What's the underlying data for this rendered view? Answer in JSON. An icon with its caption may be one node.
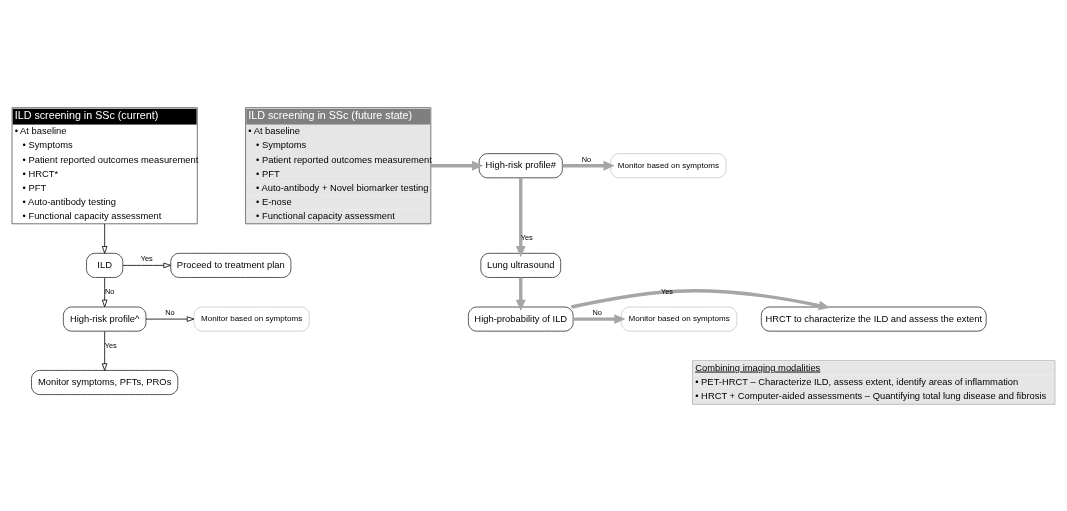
{
  "diagram": {
    "nodes": [
      {
        "text": [
          "ILD screening in SSc (current)",
          "• At baseline",
          "• Symptoms",
          "• Patient reported outcomes measurement",
          "• HRCT*",
          "• PFT",
          "• Auto-antibody testing",
          "• Functional capacity assessment"
        ]
      },
      {
        "text": [
          "Proceed to treatment plan"
        ]
      },
      {
        "text": [
          "ILD"
        ]
      },
      {
        "text": [
          "High-risk profile^"
        ]
      },
      {
        "text": [
          "Monitor based on symptoms"
        ]
      },
      {
        "text": [
          "Monitor symptoms, PFTs, PROs"
        ]
      },
      {
        "text": [
          "ILD screening in SSc (future state)",
          "• At baseline",
          "• Symptoms",
          "• Patient reported outcomes measurement",
          "• PFT",
          "• Auto-antibody + Novel biomarker testing",
          "• E-nose",
          "• Functional capacity assessment"
        ]
      },
      {
        "text": [
          "High-risk profile#"
        ]
      },
      {
        "text": [
          "Monitor based on symptoms"
        ]
      },
      {
        "text": [
          "Lung ultrasound"
        ]
      },
      {
        "text": [
          "High-probability of ILD"
        ]
      },
      {
        "text": [
          "HRCT to characterize the ILD and assess the extent"
        ]
      },
      {
        "text": [
          "Monitor based on symptoms"
        ]
      },
      {
        "text": [
          "Combining imaging modalities",
          "• PET-HRCT – Characterize ILD, assess extent, identify areas of inflammation",
          "• HRCT + Computer-aided assessments – Quantifying total lung disease and fibrosis"
        ]
      }
    ],
    "edges": [
      {
        "from": 0,
        "to": 2,
        "arrow": "to",
        "color": "#000000"
      },
      {
        "from": 2,
        "to": 1,
        "arrow": "to",
        "label": "Yes",
        "color": "#000000"
      },
      {
        "from": 2,
        "to": 3,
        "arrow": "to",
        "label": "No",
        "color": "#000000"
      },
      {
        "from": 3,
        "to": 4,
        "arrow": "to",
        "label": "No",
        "color": "#000000"
      },
      {
        "from": 3,
        "to": 5,
        "arrow": "to",
        "label": "Yes",
        "color": "#000000"
      },
      {
        "from": 6,
        "to": 7,
        "arrow": "to"
      },
      {
        "from": 7,
        "to": 8,
        "arrow": "to",
        "label": "No"
      },
      {
        "from": 7,
        "to": 9,
        "arrow": "to",
        "label": "Yes"
      },
      {
        "from": 9,
        "to": 10,
        "arrow": "to"
      },
      {
        "from": 10,
        "to": 11,
        "arrow": "to",
        "label": "Yes"
      },
      {
        "from": 10,
        "to": 12,
        "arrow": "to",
        "label": "No"
      }
    ]
  }
}
